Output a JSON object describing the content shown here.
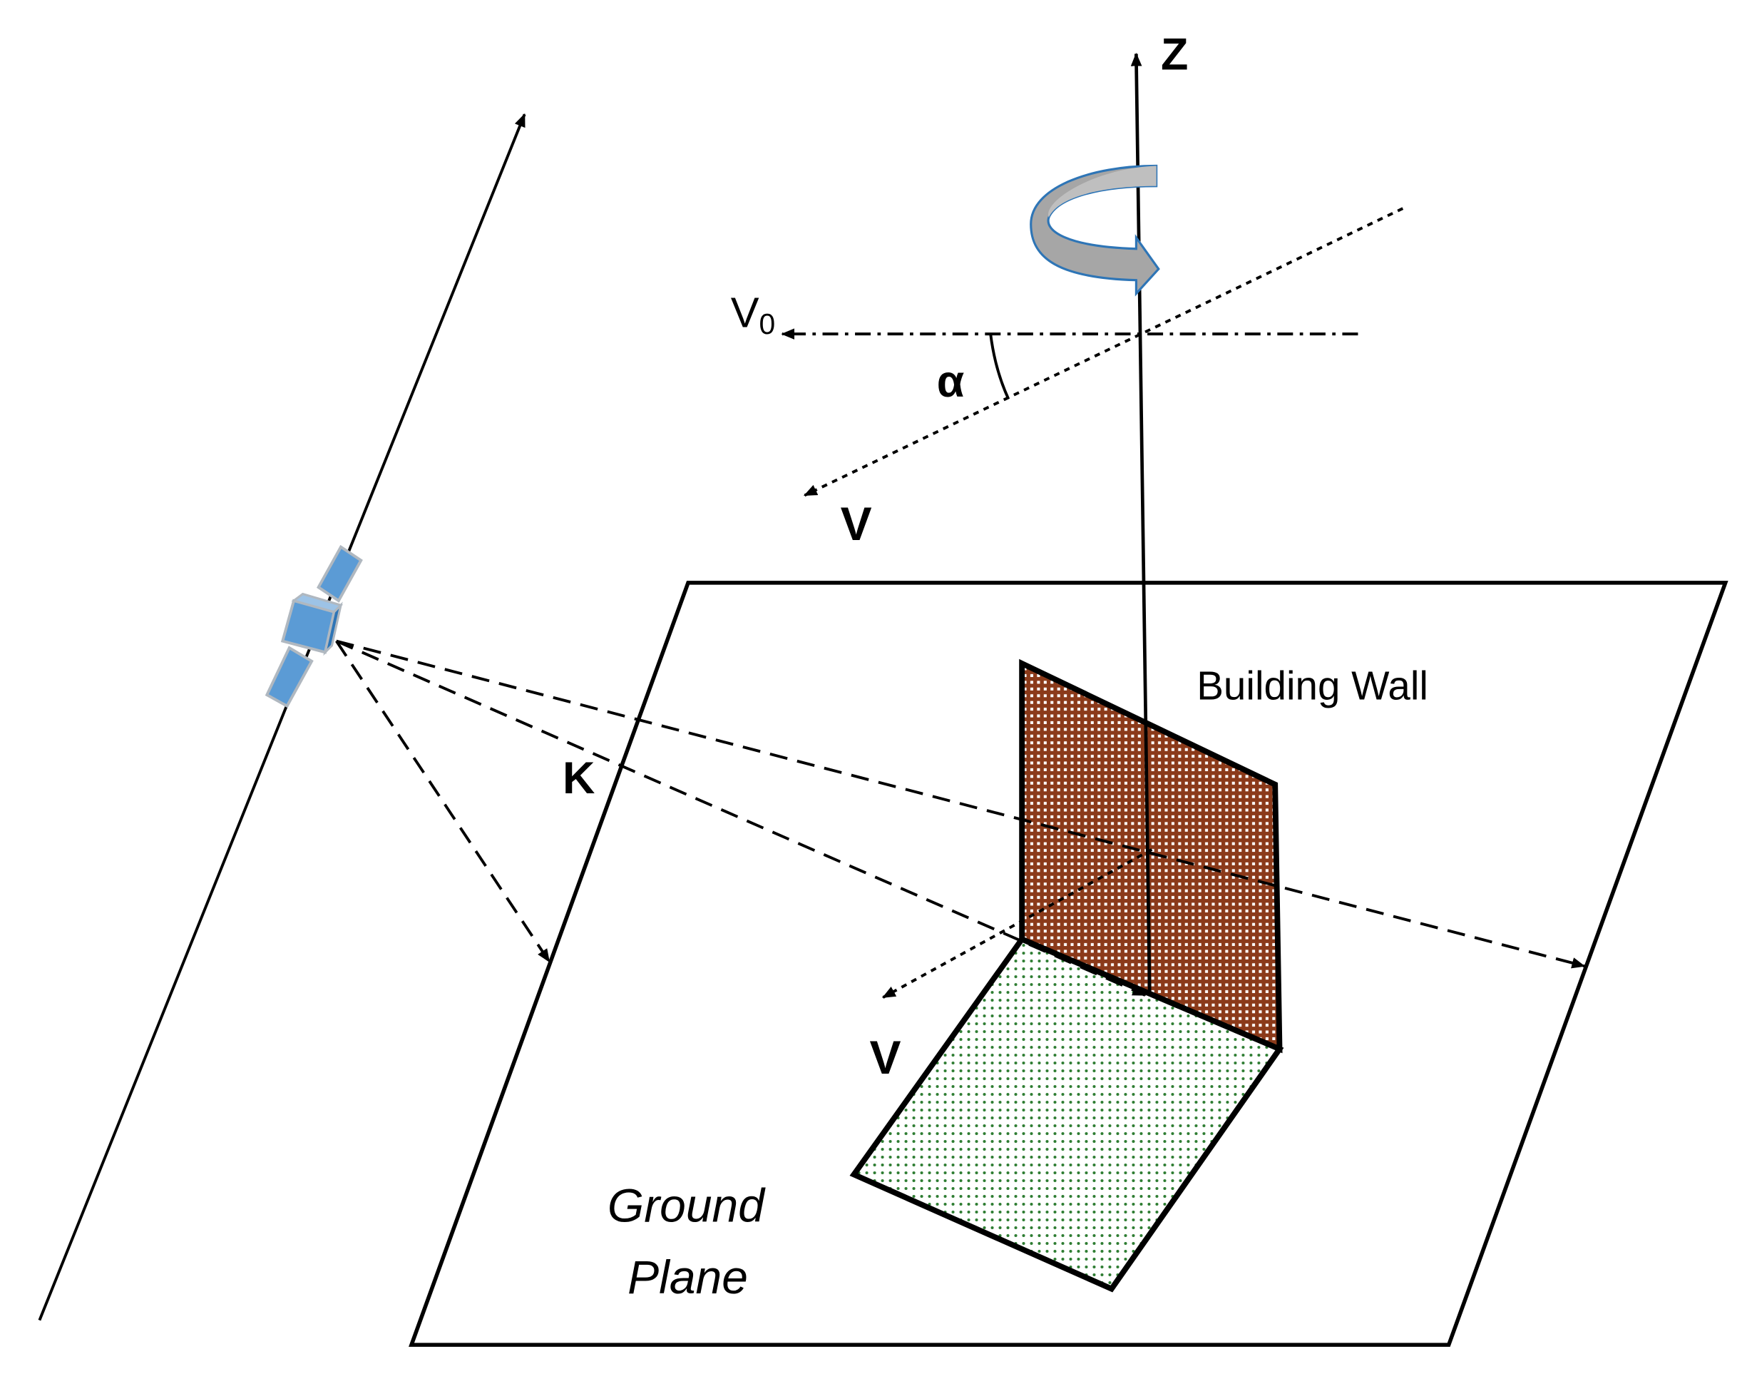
{
  "labels": {
    "z_axis": "Z",
    "v0_main": "V",
    "v0_sub": "0",
    "alpha": "α",
    "v_upper": "V",
    "k": "K",
    "building_wall": "Building Wall",
    "v_lower": "V",
    "ground_line1": "Ground",
    "ground_line2": "Plane"
  },
  "colors": {
    "wall_fill": "#8b3a1a",
    "wall_dot": "#ffffff",
    "ground_dot": "#2e7d32",
    "satellite_body": "#5b9bd5",
    "satellite_edge": "#b0b8c0",
    "rotation_arrow": "#a6a6a6",
    "rotation_edge": "#2e75b6"
  },
  "icons": {
    "satellite": "satellite-icon",
    "rotation": "rotation-arrow-icon"
  }
}
